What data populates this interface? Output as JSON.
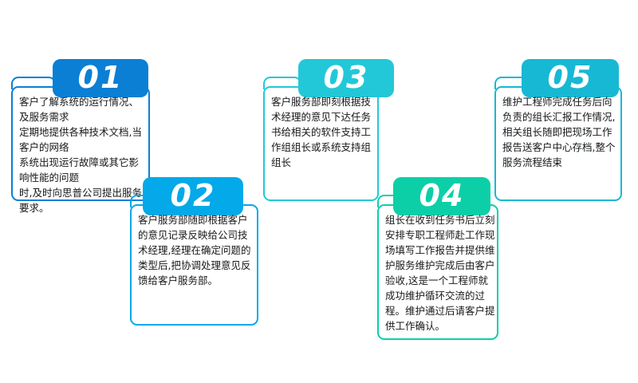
{
  "infographic": {
    "background_color": "#ffffff",
    "steps": [
      {
        "number": "01",
        "color": "#0b7fd4",
        "text": "客户了解系统的运行情况、及服务需求\n定期地提供各种技术文档,当客户的网络\n系统出现运行故障或其它影响性能的问题\n时,及时向思普公司提出服务要求。"
      },
      {
        "number": "02",
        "color": "#03a9e8",
        "text": "客户服务部随即根据客户的意见记录反映给公司技术经理,经理在确定问题的类型后,把协调处理意见反馈给客户服务部。"
      },
      {
        "number": "03",
        "color": "#22c8d8",
        "text": "客户服务部即刻根据技术经理的意见下达任务书给相关的软件支持工作组组长或系统支持组组长"
      },
      {
        "number": "04",
        "color": "#0ccfa8",
        "text": "组长在收到任务书后立刻安排专职工程师赴工作现场填写工作报告并提供维护服务维护完成后由客户验收,这是一个工程师就成功维护循环交流的过程。维护通过后请客户提供工作确认。"
      },
      {
        "number": "05",
        "color": "#17b8d4",
        "text": "维护工程师完成任务后向负责的组长汇报工作情况,相关组长随即把现场工作报告送客户中心存档,整个服务流程结束"
      }
    ]
  }
}
